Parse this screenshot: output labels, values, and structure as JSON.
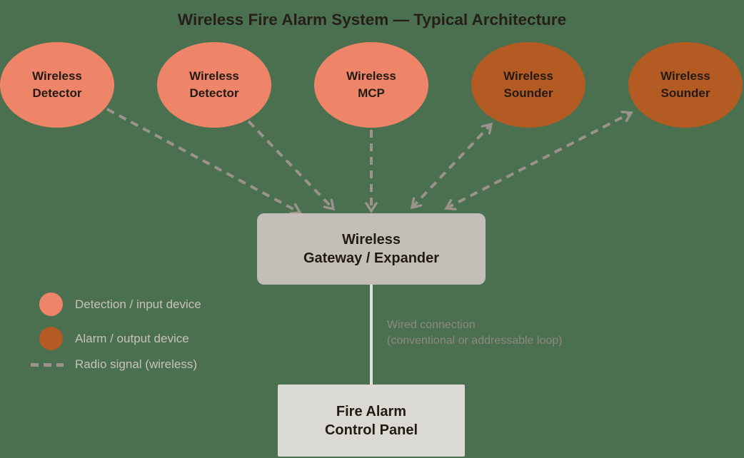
{
  "title": "Wireless Fire Alarm System — Typical Architecture",
  "devices": [
    {
      "line1": "Wireless",
      "line2": "Detector"
    },
    {
      "line1": "Wireless",
      "line2": "Detector"
    },
    {
      "line1": "Wireless",
      "line2": "MCP"
    },
    {
      "line1": "Wireless",
      "line2": "Sounder"
    },
    {
      "line1": "Wireless",
      "line2": "Sounder"
    }
  ],
  "gateway": {
    "line1": "Wireless",
    "line2": "Gateway / Expander"
  },
  "control_panel": {
    "line1": "Fire Alarm",
    "line2": "Control Panel"
  },
  "wired_connection": {
    "line1": "Wired connection",
    "line2": "(conventional or addressable loop)"
  },
  "legend": {
    "detection_label": "Detection / input device",
    "alarm_label": "Alarm / output device",
    "radio_label": "Radio signal (wireless)"
  },
  "colors": {
    "background": "#4A7050",
    "detection_fill": "#EF8568",
    "alarm_fill": "#B45A23",
    "gateway_fill": "#C3BFB8",
    "panel_fill": "#DBD9D3",
    "radio_line": "#9A938B",
    "wired_line": "#E3E1DB",
    "title_text": "#261F19",
    "node_text": "#221B15",
    "legend_text": "#C7C2B9",
    "wired_text": "#8E8880"
  }
}
